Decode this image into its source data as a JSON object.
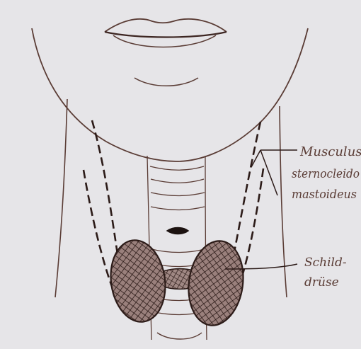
{
  "labels": {
    "muscle_line1": "Musculus",
    "muscle_line2": "sternocleido",
    "muscle_line3": "mastoideus",
    "thyroid_line1": "Schild-",
    "thyroid_line2": "drüse"
  },
  "colors": {
    "paper": "#e6e5e8",
    "ink": "#5a3c35",
    "dark_ink": "#2c1b18",
    "lobe_fill": "#8a6f6c"
  }
}
